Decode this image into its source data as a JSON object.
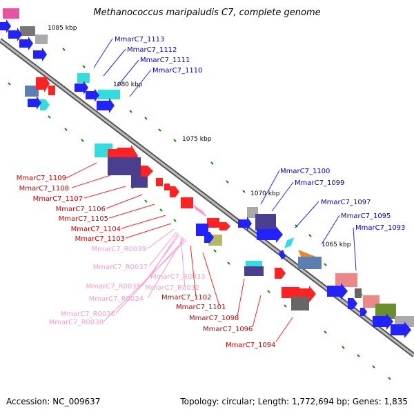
{
  "title": "Methanococcus maripaludis C7, complete genome",
  "footer": {
    "accession": "Accession: NC_009637",
    "topology": "Topology: circular; Length: 1,772,694 bp; Genes: 1,835"
  },
  "colors": {
    "forward": "#2222ff",
    "reverse": "#ff2222",
    "cyan": "#33dddd",
    "purple": "#4a3f8f",
    "pink": "#ff99cc",
    "pink_label": "#ff99cc",
    "backbone": "#888888"
  },
  "kbp_marks": [
    "1085 kbp",
    "1080 kbp",
    "1075 kbp",
    "1070 kbp",
    "1065 kbp"
  ],
  "labels": {
    "blue": [
      "MmarC7_1113",
      "MmarC7_1112",
      "MmarC7_1111",
      "MmarC7_1110",
      "MmarC7_1100",
      "MmarC7_1099",
      "MmarC7_1097",
      "MmarC7_1095",
      "MmarC7_1093"
    ],
    "red": [
      "MmarC7_1109",
      "MmarC7_1108",
      "MmarC7_1107",
      "MmarC7_1106",
      "MmarC7_1105",
      "MmarC7_1104",
      "MmarC7_1103",
      "MmarC7_1102",
      "MmarC7_1101",
      "MmarC7_1098",
      "MmarC7_1096",
      "MmarC7_1094"
    ],
    "pink": [
      "MmarC7_R0039",
      "MmarC7_R0037",
      "MmarC7_R0033",
      "MmarC7_R0035",
      "MmarC7_R0032",
      "MmarC7_R0034",
      "MmarC7_R0036",
      "MmarC7_R0038"
    ]
  }
}
